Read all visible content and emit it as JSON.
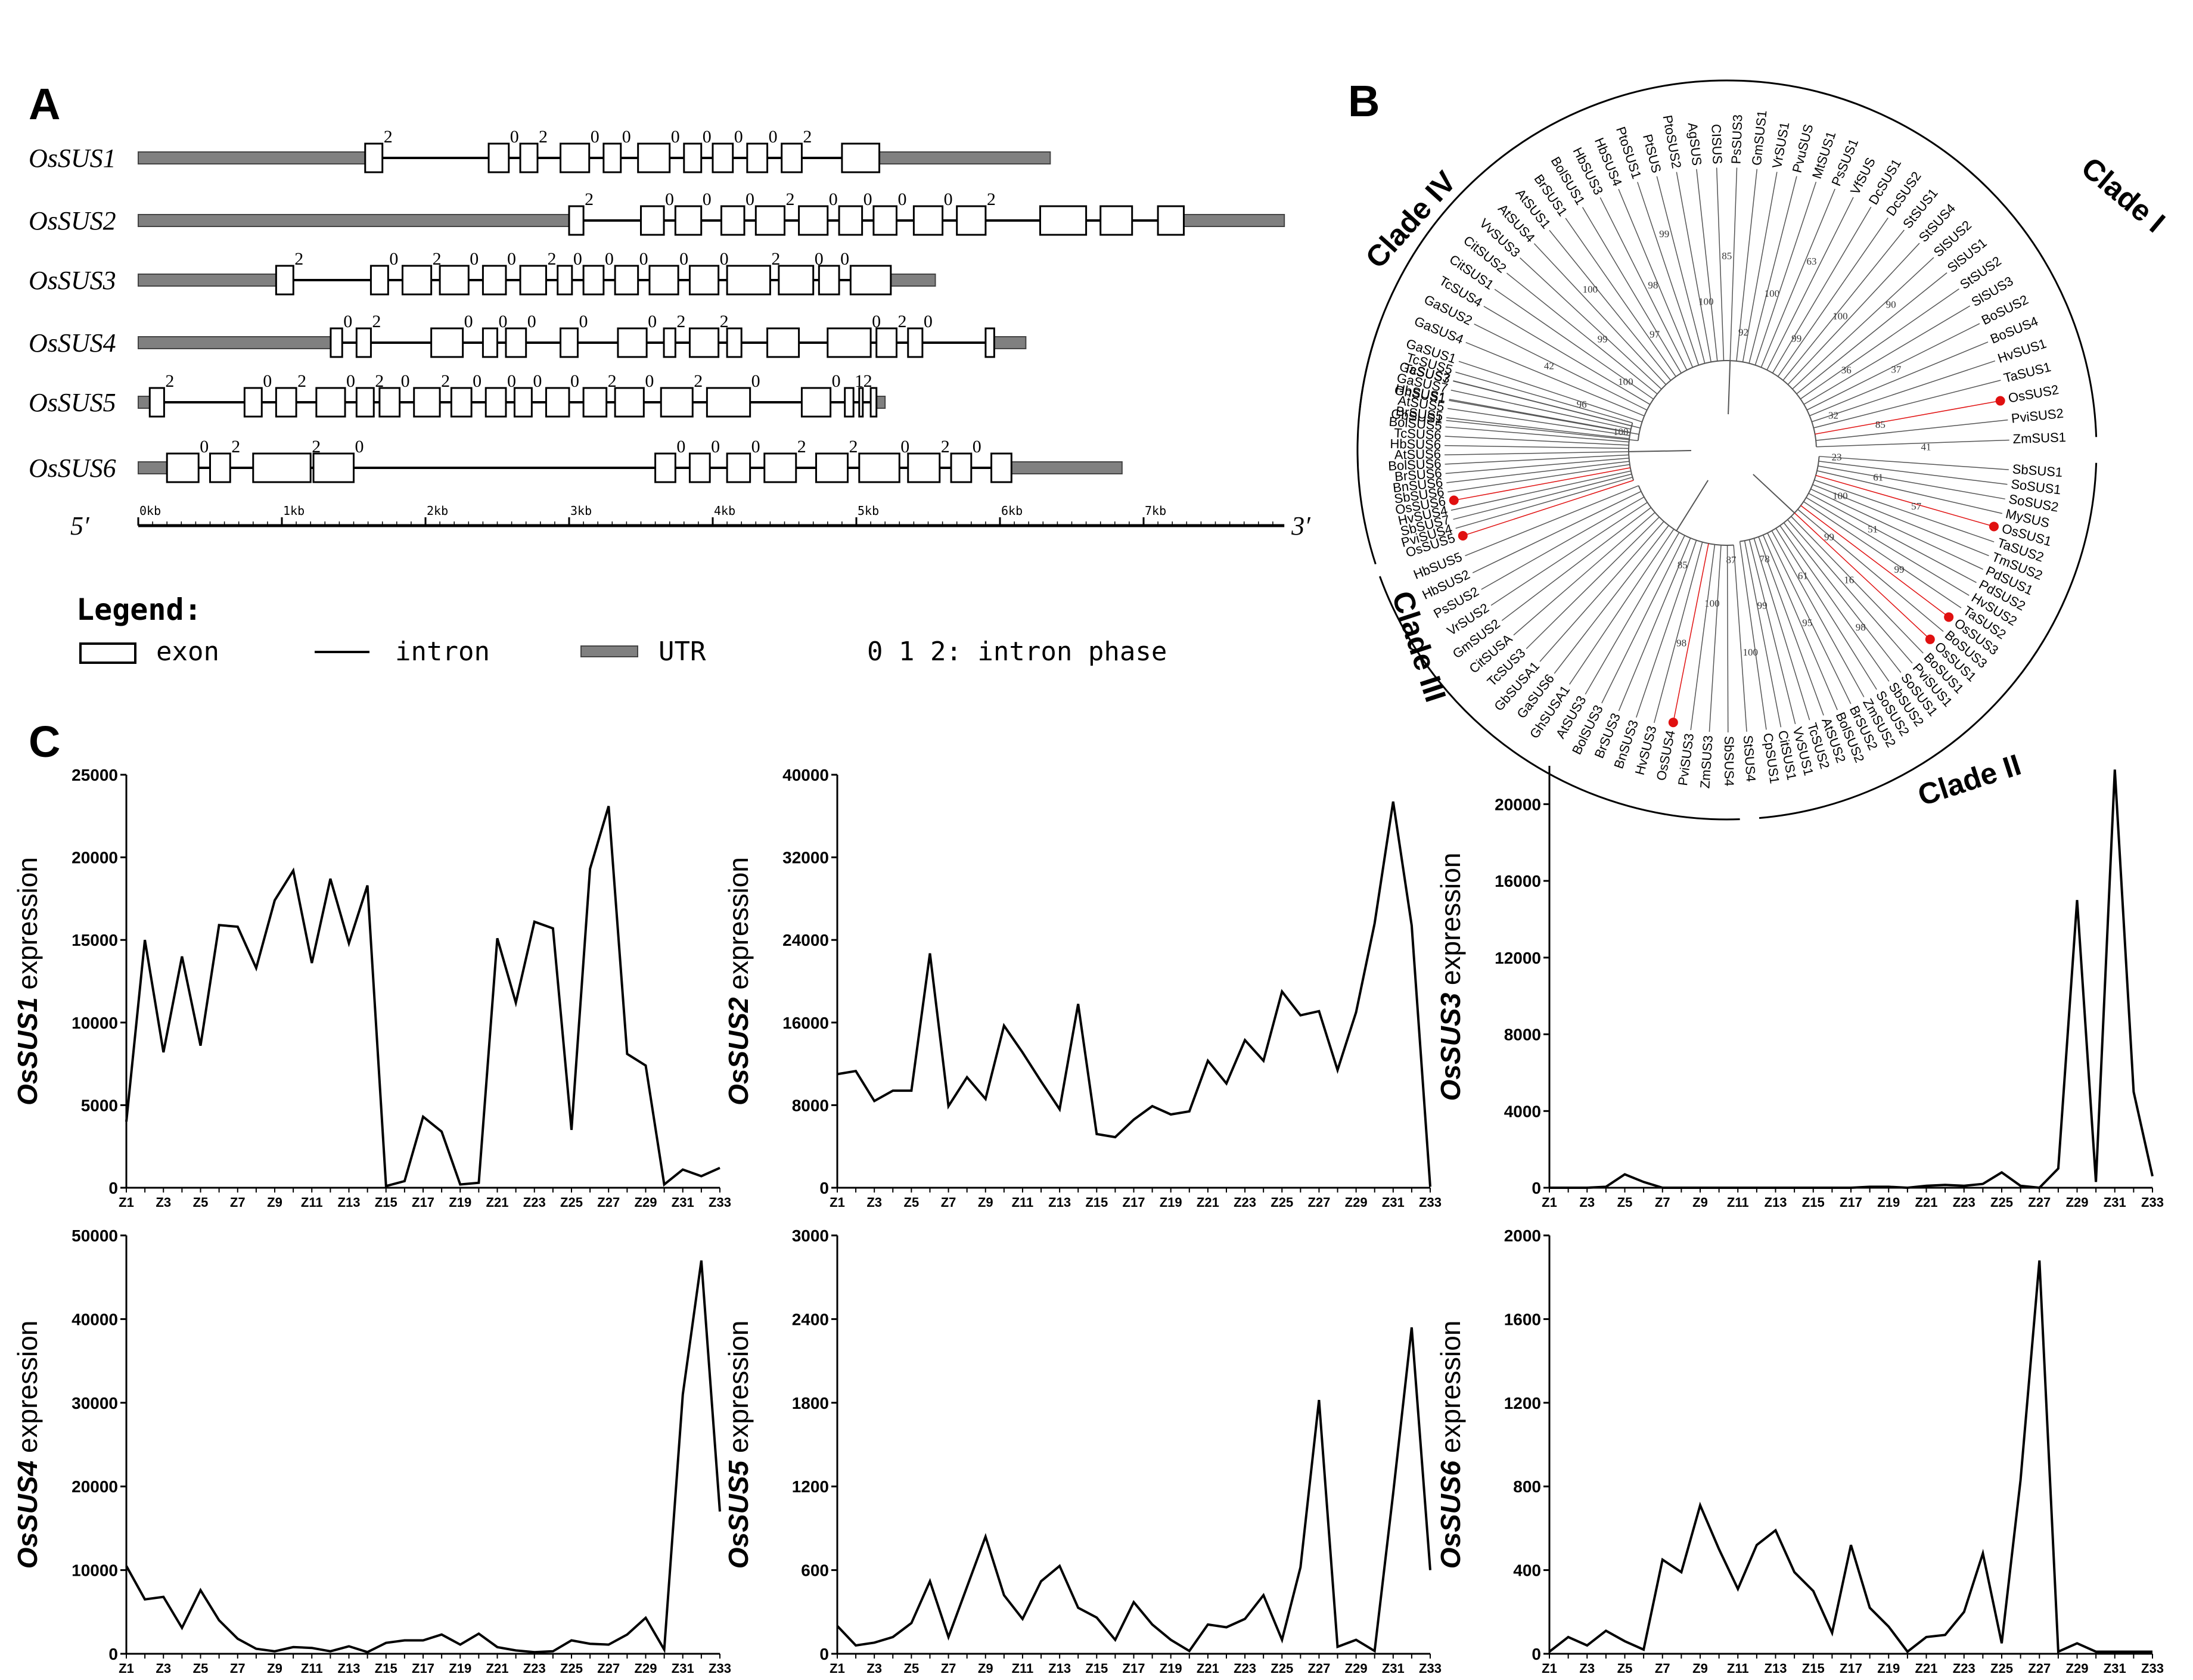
{
  "panelA": {
    "letter": "A",
    "scale_ends": [
      "5′",
      "3′"
    ],
    "scale_labels": [
      "0kb",
      "1kb",
      "2kb",
      "3kb",
      "4kb",
      "5kb",
      "6kb",
      "7kb"
    ],
    "legend": {
      "title": "Legend:",
      "exon": "exon",
      "intron": "intron",
      "utr": "UTR",
      "phase": "0 1 2: intron phase"
    },
    "genes": [
      {
        "name": "OsSUS1",
        "start": 0.0,
        "end": 6.35,
        "exons": [
          [
            1.58,
            1.7
          ],
          [
            2.44,
            2.58
          ],
          [
            2.66,
            2.78
          ],
          [
            2.94,
            3.14
          ],
          [
            3.24,
            3.36
          ],
          [
            3.48,
            3.7
          ],
          [
            3.8,
            3.92
          ],
          [
            4.0,
            4.14
          ],
          [
            4.24,
            4.38
          ],
          [
            4.48,
            4.62
          ],
          [
            4.9,
            5.16
          ]
        ],
        "phases": [
          "2",
          "0",
          "2",
          "0",
          "0",
          "0",
          "0",
          "0",
          "0",
          "2"
        ],
        "utr5": 1.58,
        "utr3": 5.16
      },
      {
        "name": "OsSUS2",
        "start": 0.0,
        "end": 7.98,
        "exons": [
          [
            3.0,
            3.1
          ],
          [
            3.5,
            3.66
          ],
          [
            3.74,
            3.92
          ],
          [
            4.06,
            4.22
          ],
          [
            4.3,
            4.5
          ],
          [
            4.6,
            4.8
          ],
          [
            4.88,
            5.04
          ],
          [
            5.12,
            5.28
          ],
          [
            5.4,
            5.6
          ],
          [
            5.7,
            5.9
          ],
          [
            6.28,
            6.6
          ],
          [
            6.7,
            6.92
          ],
          [
            7.1,
            7.28
          ]
        ],
        "phases": [
          "2",
          "0",
          "0",
          "0",
          "2",
          "0",
          "0",
          "0",
          "0",
          "2",
          "",
          ""
        ],
        "utr5": 3.0,
        "utr3": 7.28
      },
      {
        "name": "OsSUS3",
        "start": 0.0,
        "end": 5.55,
        "exons": [
          [
            0.96,
            1.08
          ],
          [
            1.62,
            1.74
          ],
          [
            1.84,
            2.04
          ],
          [
            2.1,
            2.3
          ],
          [
            2.4,
            2.56
          ],
          [
            2.66,
            2.84
          ],
          [
            2.92,
            3.02
          ],
          [
            3.1,
            3.24
          ],
          [
            3.32,
            3.48
          ],
          [
            3.56,
            3.76
          ],
          [
            3.84,
            4.04
          ],
          [
            4.1,
            4.4
          ],
          [
            4.46,
            4.7
          ],
          [
            4.74,
            4.88
          ],
          [
            4.96,
            5.24
          ]
        ],
        "phases": [
          "2",
          "0",
          "2",
          "0",
          "0",
          "2",
          "0",
          "0",
          "0",
          "0",
          "0",
          "2",
          "0",
          "0"
        ],
        "utr5": 0.96,
        "utr3": 5.24
      },
      {
        "name": "OsSUS4",
        "start": 0.0,
        "end": 6.18,
        "exons": [
          [
            1.34,
            1.42
          ],
          [
            1.52,
            1.62
          ],
          [
            2.04,
            2.26
          ],
          [
            2.4,
            2.5
          ],
          [
            2.56,
            2.7
          ],
          [
            2.94,
            3.06
          ],
          [
            3.34,
            3.54
          ],
          [
            3.66,
            3.74
          ],
          [
            3.84,
            4.04
          ],
          [
            4.1,
            4.2
          ],
          [
            4.38,
            4.6
          ],
          [
            4.8,
            5.1
          ],
          [
            5.14,
            5.28
          ],
          [
            5.36,
            5.46
          ],
          [
            5.9,
            5.96
          ]
        ],
        "phases": [
          "0",
          "2",
          "0",
          "0",
          "0",
          "0",
          "0",
          "2",
          "2",
          "",
          "",
          "0",
          "2",
          "0"
        ],
        "utr5": 1.34,
        "utr3": 5.96
      },
      {
        "name": "OsSUS5",
        "start": 0.0,
        "end": 5.2,
        "exons": [
          [
            0.08,
            0.18
          ],
          [
            0.74,
            0.86
          ],
          [
            0.96,
            1.1
          ],
          [
            1.24,
            1.44
          ],
          [
            1.52,
            1.64
          ],
          [
            1.68,
            1.82
          ],
          [
            1.92,
            2.1
          ],
          [
            2.18,
            2.32
          ],
          [
            2.42,
            2.56
          ],
          [
            2.62,
            2.74
          ],
          [
            2.84,
            3.0
          ],
          [
            3.1,
            3.26
          ],
          [
            3.32,
            3.52
          ],
          [
            3.64,
            3.86
          ],
          [
            3.96,
            4.26
          ],
          [
            4.62,
            4.82
          ],
          [
            4.92,
            4.98
          ],
          [
            5.02,
            5.04
          ],
          [
            5.1,
            5.14
          ]
        ],
        "phases": [
          "2",
          "0",
          "2",
          "0",
          "2",
          "0",
          "2",
          "0",
          "0",
          "0",
          "0",
          "2",
          "0",
          "2",
          "0",
          "0",
          "1",
          "2"
        ],
        "utr5": 0.08,
        "utr3": 5.14
      },
      {
        "name": "OsSUS6",
        "start": 0.0,
        "end": 6.85,
        "exons": [
          [
            0.2,
            0.42
          ],
          [
            0.5,
            0.64
          ],
          [
            0.8,
            1.2
          ],
          [
            1.22,
            1.5
          ],
          [
            3.6,
            3.74
          ],
          [
            3.84,
            3.98
          ],
          [
            4.1,
            4.26
          ],
          [
            4.36,
            4.58
          ],
          [
            4.72,
            4.94
          ],
          [
            5.02,
            5.3
          ],
          [
            5.36,
            5.58
          ],
          [
            5.66,
            5.8
          ],
          [
            5.94,
            6.08
          ]
        ],
        "phases": [
          "0",
          "2",
          "2",
          "0",
          "0",
          "0",
          "0",
          "2",
          "2",
          "0",
          "2",
          "0"
        ],
        "utr5": 0.2,
        "utr3": 6.08
      }
    ]
  },
  "panelB": {
    "letter": "B",
    "clades": [
      "Clade I",
      "Clade II",
      "Clade III",
      "Clade IV"
    ],
    "leaves_clade1": [
      "GbSUS1",
      "GhSUS1",
      "GaSUS3",
      "GaSUS1",
      "GaSUS4",
      "GaSUS2",
      "TcSUS4",
      "CitSUS1",
      "CitSUS2",
      "VvSUS3",
      "AtSUS4",
      "AtSUS1",
      "BrSUS1",
      "BolSUS1",
      "HbSUS3",
      "HbSUS4",
      "PtoSUS1",
      "PtSUS",
      "PtoSUS2",
      "AgSUS",
      "CISUS",
      "PsSUS3",
      "GmSUS1",
      "VrSUS1",
      "PvuSUS",
      "MtSUS1",
      "PsSUS1",
      "VfSUS",
      "DcSUS1",
      "DcSUS2",
      "StSUS1",
      "StSUS4",
      "SlSUS2",
      "SlSUS1",
      "StSUS2",
      "SlSUS3",
      "BoSUS2",
      "BoSUS4",
      "HvSUS1",
      "TaSUS1",
      "OsSUS2",
      "PviSUS2",
      "ZmSUS1"
    ],
    "leaves_clade2": [
      "SbSUS1",
      "SoSUS1",
      "SoSUS2",
      "MySUS",
      "OsSUS1",
      "TaSUS2",
      "TmSUS2",
      "PdSUS1",
      "PdSUS2",
      "HvSUS2",
      "TaSUS2",
      "OsSUS3",
      "BoSUS3",
      "OsSUS1",
      "BoSUS1",
      "PviSUS1",
      "SoSUS1",
      "SbSUS2",
      "SoSUS2",
      "ZmSUS2",
      "BrSUS2",
      "BolSUS2",
      "AtSUS2",
      "TcSUS2",
      "VvSUS1",
      "CitSUS1",
      "CpSUS1"
    ],
    "leaves_clade3": [
      "StSUS4",
      "SbSUS4",
      "ZmSUS3",
      "PviSUS3",
      "OsSUS4",
      "HvSUS3",
      "BnSUS3",
      "BrSUS3",
      "BolSUS3",
      "AtSUS3",
      "GhSUSA1",
      "GaSUS6",
      "GbSUSA1",
      "TcSUS3",
      "CitSUSA",
      "GmSUS2",
      "VrSUS2",
      "PsSUS2",
      "HbSUS2",
      "HbSUS5"
    ],
    "leaves_clade4": [
      "OsSUS5",
      "PviSUS4",
      "SbSUS7",
      "HvSUS4",
      "OsSUS6",
      "SbSUS6",
      "BnSUS6",
      "BrSUS6",
      "BolSUS6",
      "AtSUS6",
      "HbSUS6",
      "TcSUS6",
      "BolSUS5",
      "BrSUS5",
      "AtSUS5",
      "HbSUS1",
      "GaSUS7",
      "TcSUS7",
      "TcSUS5"
    ],
    "bootstraps": [
      "100",
      "96",
      "42",
      "100",
      "99",
      "100",
      "97",
      "98",
      "99",
      "100",
      "85",
      "92",
      "100",
      "63",
      "99",
      "100",
      "90",
      "36",
      "37",
      "32",
      "85",
      "41",
      "23",
      "61",
      "57",
      "100",
      "51",
      "99",
      "99",
      "16",
      "98",
      "61",
      "95",
      "78",
      "99",
      "100",
      "87",
      "100",
      "98",
      "85"
    ]
  },
  "panelC": {
    "letter": "C",
    "xticks": [
      "Z1",
      "Z3",
      "Z5",
      "Z7",
      "Z9",
      "Z11",
      "Z13",
      "Z15",
      "Z17",
      "Z19",
      "Z21",
      "Z23",
      "Z25",
      "Z27",
      "Z29",
      "Z31",
      "Z33"
    ],
    "charts_title": "",
    "chart_data": [
      {
        "type": "line",
        "gene": "OsSUS1",
        "ylabel_italic": "OsSUS1",
        "ylabel_rest": " expression",
        "ylim": [
          0,
          25000
        ],
        "yticks": [
          "0",
          "5000",
          "10000",
          "15000",
          "20000",
          "25000"
        ],
        "x": [
          "Z1",
          "Z2",
          "Z3",
          "Z4",
          "Z5",
          "Z6",
          "Z7",
          "Z8",
          "Z9",
          "Z10",
          "Z11",
          "Z12",
          "Z13",
          "Z14",
          "Z15",
          "Z16",
          "Z17",
          "Z18",
          "Z19",
          "Z20",
          "Z21",
          "Z22",
          "Z23",
          "Z24",
          "Z25",
          "Z26",
          "Z27",
          "Z28",
          "Z29",
          "Z30",
          "Z31",
          "Z32",
          "Z33"
        ],
        "values": [
          4000,
          15000,
          8200,
          14000,
          8600,
          15900,
          15800,
          13300,
          17400,
          19200,
          13600,
          18700,
          14800,
          18300,
          100,
          400,
          4300,
          3400,
          200,
          300,
          15100,
          11200,
          16100,
          15700,
          3500,
          19300,
          23100,
          8100,
          7400,
          200,
          1100,
          700,
          1200
        ]
      },
      {
        "type": "line",
        "gene": "OsSUS2",
        "ylabel_italic": "OsSUS2",
        "ylabel_rest": " expression",
        "ylim": [
          0,
          40000
        ],
        "yticks": [
          "0",
          "8000",
          "16000",
          "24000",
          "32000",
          "40000"
        ],
        "x": [
          "Z1",
          "Z2",
          "Z3",
          "Z4",
          "Z5",
          "Z6",
          "Z7",
          "Z8",
          "Z9",
          "Z10",
          "Z11",
          "Z12",
          "Z13",
          "Z14",
          "Z15",
          "Z16",
          "Z17",
          "Z18",
          "Z19",
          "Z20",
          "Z21",
          "Z22",
          "Z23",
          "Z24",
          "Z25",
          "Z26",
          "Z27",
          "Z28",
          "Z29",
          "Z30",
          "Z31",
          "Z32",
          "Z33"
        ],
        "values": [
          11000,
          11300,
          8400,
          9400,
          9400,
          22700,
          7900,
          10700,
          8600,
          15700,
          13100,
          10300,
          7600,
          17800,
          5200,
          4900,
          6600,
          7900,
          7100,
          7400,
          12300,
          10100,
          14300,
          12300,
          19000,
          16700,
          17100,
          11400,
          17000,
          25600,
          37400,
          25400,
          100
        ]
      },
      {
        "type": "line",
        "gene": "OsSUS3",
        "ylabel_italic": "OsSUS3",
        "ylabel_rest": " expression",
        "ylim": [
          0,
          22000
        ],
        "yticks": [
          "0",
          "4000",
          "8000",
          "12000",
          "16000",
          "20000"
        ],
        "x": [
          "Z1",
          "Z2",
          "Z3",
          "Z4",
          "Z5",
          "Z6",
          "Z7",
          "Z8",
          "Z9",
          "Z10",
          "Z11",
          "Z12",
          "Z13",
          "Z14",
          "Z15",
          "Z16",
          "Z17",
          "Z18",
          "Z19",
          "Z20",
          "Z21",
          "Z22",
          "Z23",
          "Z24",
          "Z25",
          "Z26",
          "Z27",
          "Z28",
          "Z29",
          "Z30",
          "Z31",
          "Z32",
          "Z33"
        ],
        "values": [
          0,
          0,
          0,
          50,
          700,
          300,
          0,
          0,
          0,
          0,
          0,
          0,
          0,
          0,
          0,
          0,
          0,
          50,
          50,
          0,
          100,
          150,
          100,
          200,
          800,
          100,
          0,
          1000,
          15000,
          300,
          21800,
          5000,
          600
        ]
      },
      {
        "type": "line",
        "gene": "OsSUS4",
        "ylabel_italic": "OsSUS4",
        "ylabel_rest": " expression",
        "ylim": [
          0,
          50000
        ],
        "yticks": [
          "0",
          "10000",
          "20000",
          "30000",
          "40000",
          "50000"
        ],
        "x": [
          "Z1",
          "Z2",
          "Z3",
          "Z4",
          "Z5",
          "Z6",
          "Z7",
          "Z8",
          "Z9",
          "Z10",
          "Z11",
          "Z12",
          "Z13",
          "Z14",
          "Z15",
          "Z16",
          "Z17",
          "Z18",
          "Z19",
          "Z20",
          "Z21",
          "Z22",
          "Z23",
          "Z24",
          "Z25",
          "Z26",
          "Z27",
          "Z28",
          "Z29",
          "Z30",
          "Z31",
          "Z32",
          "Z33"
        ],
        "values": [
          10500,
          6500,
          6800,
          3100,
          7600,
          4000,
          1800,
          600,
          300,
          800,
          700,
          300,
          900,
          200,
          1300,
          1600,
          1600,
          2300,
          1100,
          2400,
          800,
          400,
          200,
          300,
          1600,
          1200,
          1100,
          2300,
          4300,
          500,
          31000,
          47000,
          17000
        ]
      },
      {
        "type": "line",
        "gene": "OsSUS5",
        "ylabel_italic": "OsSUS5",
        "ylabel_rest": " expression",
        "ylim": [
          0,
          3000
        ],
        "yticks": [
          "0",
          "600",
          "1200",
          "1800",
          "2400",
          "3000"
        ],
        "x": [
          "Z1",
          "Z2",
          "Z3",
          "Z4",
          "Z5",
          "Z6",
          "Z7",
          "Z8",
          "Z9",
          "Z10",
          "Z11",
          "Z12",
          "Z13",
          "Z14",
          "Z15",
          "Z16",
          "Z17",
          "Z18",
          "Z19",
          "Z20",
          "Z21",
          "Z22",
          "Z23",
          "Z24",
          "Z25",
          "Z26",
          "Z27",
          "Z28",
          "Z29",
          "Z30",
          "Z31",
          "Z32",
          "Z33"
        ],
        "values": [
          200,
          60,
          80,
          120,
          220,
          520,
          120,
          480,
          840,
          420,
          250,
          520,
          630,
          330,
          260,
          100,
          370,
          210,
          100,
          20,
          210,
          190,
          250,
          420,
          100,
          620,
          1820,
          50,
          100,
          20,
          1150,
          2340,
          600
        ]
      },
      {
        "type": "line",
        "gene": "OsSUS6",
        "ylabel_italic": "OsSUS6",
        "ylabel_rest": " expression",
        "ylim": [
          0,
          2000
        ],
        "yticks": [
          "0",
          "400",
          "800",
          "1200",
          "1600",
          "2000"
        ],
        "x": [
          "Z1",
          "Z2",
          "Z3",
          "Z4",
          "Z5",
          "Z6",
          "Z7",
          "Z8",
          "Z9",
          "Z10",
          "Z11",
          "Z12",
          "Z13",
          "Z14",
          "Z15",
          "Z16",
          "Z17",
          "Z18",
          "Z19",
          "Z20",
          "Z21",
          "Z22",
          "Z23",
          "Z24",
          "Z25",
          "Z26",
          "Z27",
          "Z28",
          "Z29",
          "Z30",
          "Z31",
          "Z32",
          "Z33"
        ],
        "values": [
          10,
          80,
          40,
          110,
          60,
          20,
          450,
          390,
          710,
          500,
          310,
          520,
          590,
          390,
          300,
          100,
          520,
          220,
          130,
          10,
          80,
          90,
          200,
          480,
          50,
          830,
          1880,
          10,
          50,
          10,
          10,
          10,
          10
        ]
      }
    ]
  },
  "colors": {
    "line": "#000000",
    "utr": "#808080",
    "phylo_line": "#555555",
    "highlight_red": "#e01010"
  }
}
